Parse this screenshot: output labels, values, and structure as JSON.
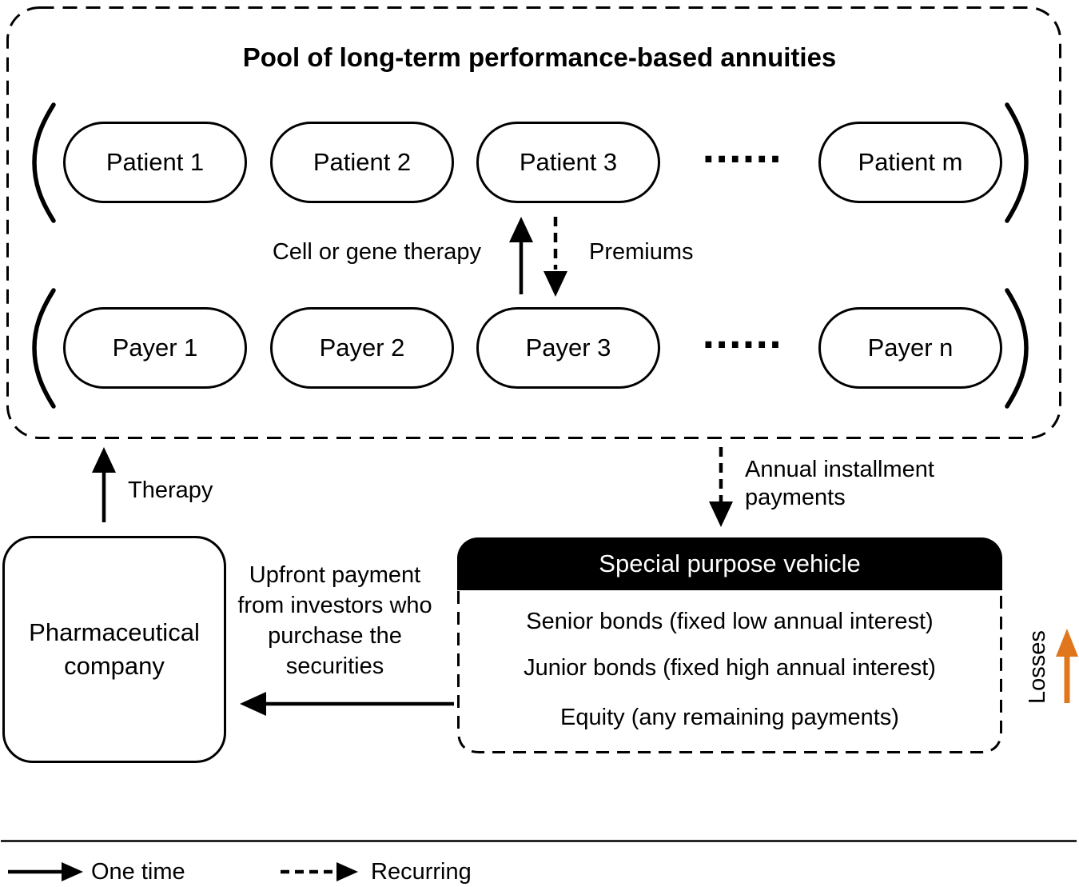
{
  "pool": {
    "title": "Pool of long-term performance-based annuities",
    "patients": [
      "Patient 1",
      "Patient 2",
      "Patient 3",
      "Patient m"
    ],
    "patients_ellipsis": "......",
    "payers": [
      "Payer 1",
      "Payer 2",
      "Payer 3",
      "Payer n"
    ],
    "payers_ellipsis": "......",
    "cell_or_gene_therapy_label": "Cell or gene therapy",
    "premiums_label": "Premiums"
  },
  "flows": {
    "therapy_label": "Therapy",
    "annual_installment_label": "Annual installment payments",
    "upfront_payment_label": "Upfront payment from investors who purchase the securities",
    "losses_label": "Losses"
  },
  "pharma": {
    "name": "Pharmaceutical company"
  },
  "spv": {
    "title": "Special purpose vehicle",
    "tranches": [
      "Senior bonds (fixed low annual interest)",
      "Junior bonds (fixed high annual interest)",
      "Equity (any remaining payments)"
    ]
  },
  "legend": {
    "one_time": "One time",
    "recurring": "Recurring"
  },
  "colors": {
    "ink": "#000000",
    "losses_arrow": "#E0771C",
    "spv_header_bg": "#000000",
    "spv_header_text": "#FFFFFF"
  }
}
